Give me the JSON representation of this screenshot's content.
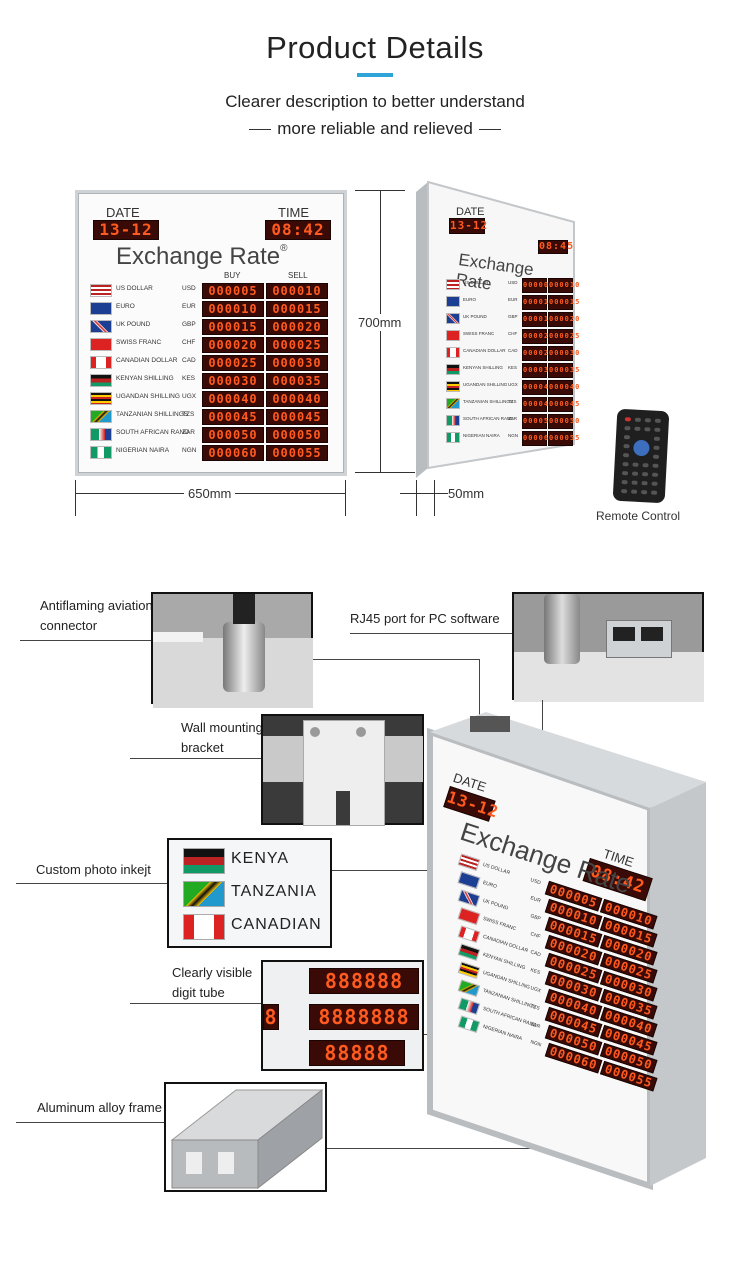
{
  "header": {
    "title": "Product Details",
    "subtitle": "Clearer description to better understand",
    "tagline": "more reliable and relieved"
  },
  "board": {
    "date_label": "DATE",
    "time_label": "TIME",
    "date_value": "13-12",
    "time_value": "08:42",
    "side_date_value": "13-12",
    "side_time_value": "08:45",
    "title": "Exchange Rate",
    "buy_label": "BUY",
    "sell_label": "SELL",
    "rows": [
      {
        "name": "US DOLLAR",
        "code": "USD",
        "buy": "000005",
        "sell": "000010",
        "flag": "us"
      },
      {
        "name": "EURO",
        "code": "EUR",
        "buy": "000010",
        "sell": "000015",
        "flag": "eu"
      },
      {
        "name": "UK POUND",
        "code": "GBP",
        "buy": "000015",
        "sell": "000020",
        "flag": "uk"
      },
      {
        "name": "SWISS FRANC",
        "code": "CHF",
        "buy": "000020",
        "sell": "000025",
        "flag": "ch"
      },
      {
        "name": "CANADIAN DOLLAR",
        "code": "CAD",
        "buy": "000025",
        "sell": "000030",
        "flag": "ca"
      },
      {
        "name": "KENYAN SHILLING",
        "code": "KES",
        "buy": "000030",
        "sell": "000035",
        "flag": "ke"
      },
      {
        "name": "UGANDAN SHILLING",
        "code": "UGX",
        "buy": "000040",
        "sell": "000040",
        "flag": "ug"
      },
      {
        "name": "TANZANIAN SHILLINGS",
        "code": "TZS",
        "buy": "000045",
        "sell": "000045",
        "flag": "tz"
      },
      {
        "name": "SOUTH AFRICAN RAND",
        "code": "ZAR",
        "buy": "000050",
        "sell": "000050",
        "flag": "za"
      },
      {
        "name": "NIGERIAN NAIRA",
        "code": "NGN",
        "buy": "000060",
        "sell": "000055",
        "flag": "ng"
      }
    ]
  },
  "dimensions": {
    "height": "700mm",
    "width": "650mm",
    "depth": "50mm"
  },
  "remote_label": "Remote Control",
  "features": {
    "connector": "Antiflaming  aviation connector",
    "rj45": "RJ45 port for PC software",
    "bracket": "Wall mounting L-bracket",
    "inkjet": "Custom photo inkejt",
    "digit": "Clearly visible digit tube",
    "frame": "Aluminum alloy frame"
  },
  "inkjet_countries": [
    "KENYA",
    "TANZANIA",
    "CANADIAN"
  ],
  "digit_samples": [
    "888888",
    "8888888",
    "88888"
  ],
  "colors": {
    "accent": "#2fa4d9",
    "led": "#ff5a1f"
  }
}
